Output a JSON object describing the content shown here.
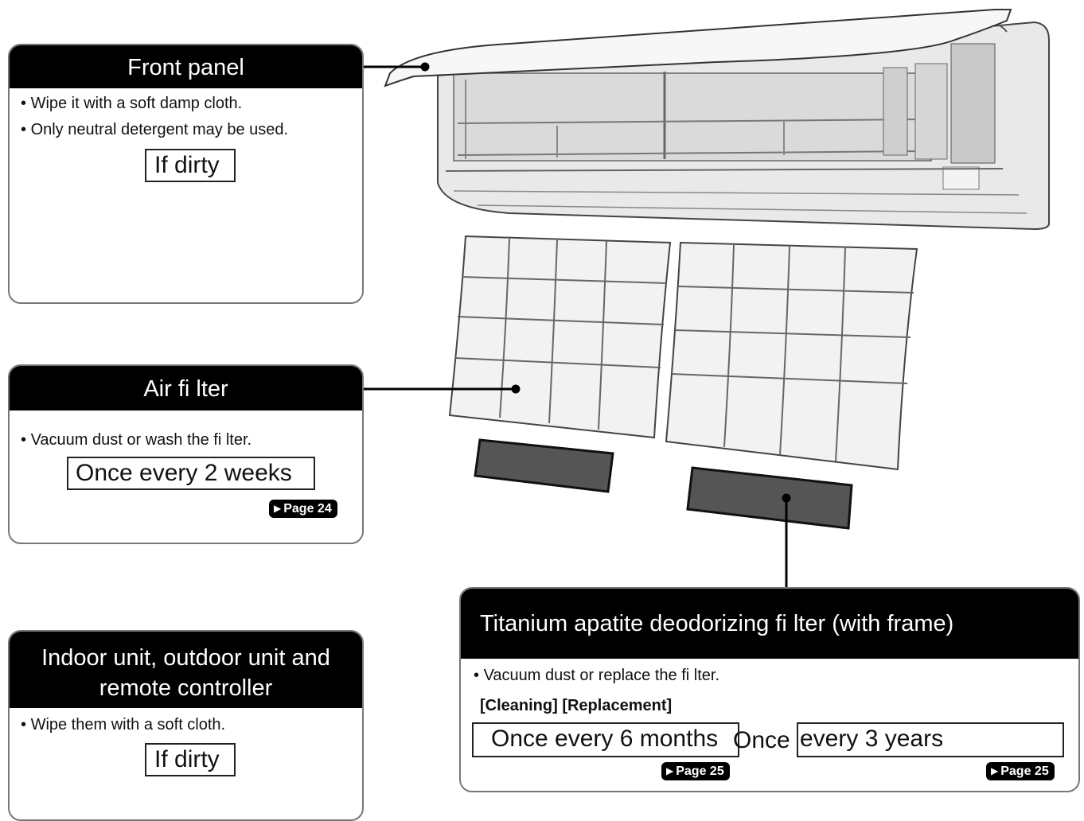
{
  "front_panel": {
    "title": "Front panel",
    "bullets": [
      "Wipe it with a soft damp cloth.",
      "Only neutral detergent may be used."
    ],
    "frequency": "If dirty"
  },
  "air_filter": {
    "title": "Air fi lter",
    "bullets": [
      "Vacuum dust or wash the fi lter."
    ],
    "frequency": "Once every 2 weeks",
    "page_ref": "Page 24"
  },
  "indoor_unit": {
    "title_line1": "Indoor unit, outdoor unit and",
    "title_line2": "remote controller",
    "bullets": [
      "Wipe them with a soft cloth."
    ],
    "frequency": "If dirty"
  },
  "titanium_filter": {
    "title": "Titanium apatite deodorizing fi lter (with frame)",
    "bullets": [
      "Vacuum dust or replace the fi lter."
    ],
    "subheading": "[Cleaning] [Replacement]",
    "cleaning_frequency": "Once every 6 months",
    "replacement_frequency_part1": "Once",
    "replacement_frequency_part2": "every 3 years",
    "cleaning_page_ref": "Page 25",
    "replacement_page_ref": "Page 25"
  },
  "colors": {
    "header_bg": "#000000",
    "border": "#777777",
    "line": "#000000"
  }
}
